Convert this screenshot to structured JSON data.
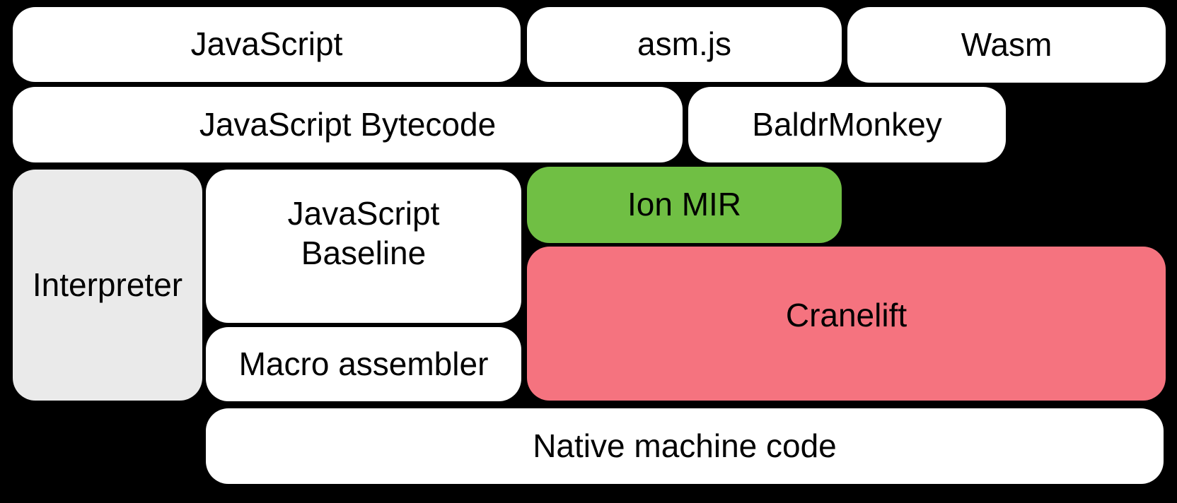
{
  "canvas": {
    "background": "#000000",
    "text_color": "#000000"
  },
  "colors": {
    "node_default": "#ffffff",
    "node_interpreter": "#eaeaea",
    "node_ion_mir": "#70bf44",
    "node_cranelift": "#f5737f"
  },
  "boxes": [
    {
      "name": "javascript",
      "label": "JavaScript",
      "bg": "#ffffff"
    },
    {
      "name": "asm-js",
      "label": "asm.js",
      "bg": "#ffffff"
    },
    {
      "name": "wasm",
      "label": "Wasm",
      "bg": "#ffffff"
    },
    {
      "name": "javascript-bytecode",
      "label": "JavaScript Bytecode",
      "bg": "#ffffff"
    },
    {
      "name": "baldrmonkey",
      "label": "BaldrMonkey",
      "bg": "#ffffff"
    },
    {
      "name": "interpreter",
      "label": "Interpreter",
      "bg": "#eaeaea"
    },
    {
      "name": "javascript-baseline",
      "label_line1": "JavaScript",
      "label_line2": "Baseline",
      "bg": "#ffffff"
    },
    {
      "name": "ion-mir",
      "label": "Ion MIR",
      "bg": "#70bf44"
    },
    {
      "name": "cranelift",
      "label": "Cranelift",
      "bg": "#f5737f"
    },
    {
      "name": "macro-assembler",
      "label": "Macro assembler",
      "bg": "#ffffff"
    },
    {
      "name": "native-machine-code",
      "label": "Native machine code",
      "bg": "#ffffff"
    }
  ]
}
